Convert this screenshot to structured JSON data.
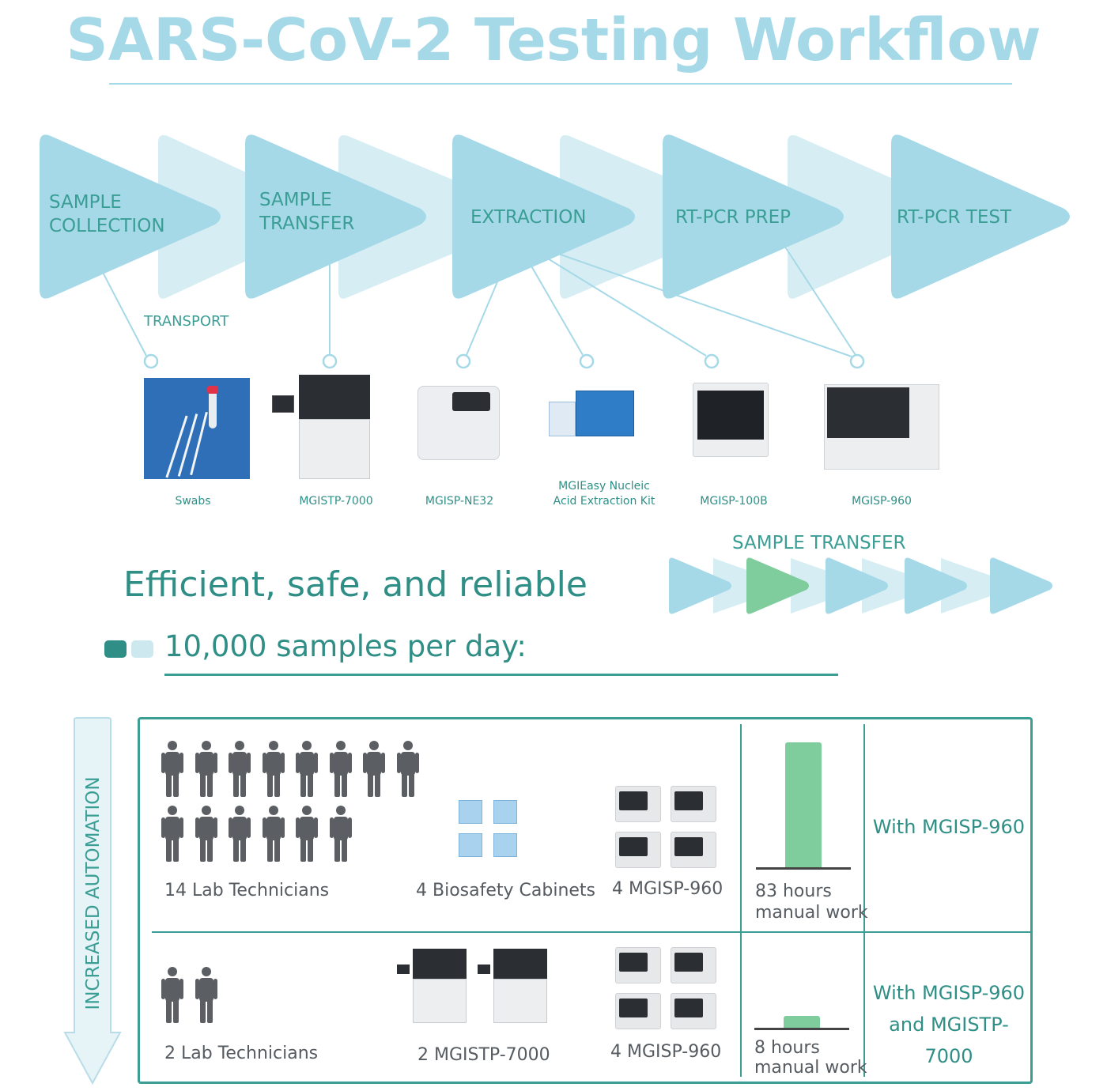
{
  "title": "SARS-CoV-2 Testing Workflow",
  "workflow": {
    "steps": [
      {
        "line1": "SAMPLE",
        "line2": "COLLECTION"
      },
      {
        "line1": "SAMPLE",
        "line2": "TRANSFER"
      },
      {
        "line1": "EXTRACTION",
        "line2": ""
      },
      {
        "line1": "RT-PCR PREP",
        "line2": ""
      },
      {
        "line1": "RT-PCR TEST",
        "line2": ""
      }
    ],
    "transport_label": "TRANSPORT"
  },
  "products": [
    {
      "label1": "Swabs",
      "label2": "",
      "icon": "swab-tube-image"
    },
    {
      "label1": "MGISTP-7000",
      "label2": "",
      "icon": "sample-transfer-robot-image"
    },
    {
      "label1": "MGISP-NE32",
      "label2": "",
      "icon": "extraction-instrument-image"
    },
    {
      "label1": "MGIEasy Nucleic",
      "label2": "Acid Extraction Kit",
      "icon": "extraction-kit-box-image"
    },
    {
      "label1": "MGISP-100B",
      "label2": "",
      "icon": "prep-instrument-image"
    },
    {
      "label1": "MGISP-960",
      "label2": "",
      "icon": "automation-workstation-image"
    }
  ],
  "tagline": "Efficient, safe, and reliable",
  "mini_workflow": {
    "highlight_label": "SAMPLE TRANSFER",
    "highlight_index": 1
  },
  "samples_line": "10,000 samples per day:",
  "automation_arrow_label": "INCREASED AUTOMATION",
  "scenarios": [
    {
      "technicians": "14 Lab Technicians",
      "technician_count": 14,
      "equipment": "4 Biosafety Cabinets",
      "instruments": "4 MGISP-960",
      "hours_line1": "83 hours",
      "hours_line2": "manual work",
      "hours": 83,
      "label_line1": "With MGISP-960",
      "label_line2": ""
    },
    {
      "technicians": "2 Lab Technicians",
      "technician_count": 2,
      "equipment": "2 MGISTP-7000",
      "instruments": "4 MGISP-960",
      "hours_line1": "8 hours",
      "hours_line2": "manual work",
      "hours": 8,
      "label_line1": "With MGISP-960",
      "label_line2": "and MGISTP-7000"
    }
  ],
  "colors": {
    "primary_blue": "#a6d9e8",
    "light_blue": "#d6eef3",
    "teal": "#2f8f86",
    "green": "#7fcc9c",
    "person": "#5b5f63"
  }
}
